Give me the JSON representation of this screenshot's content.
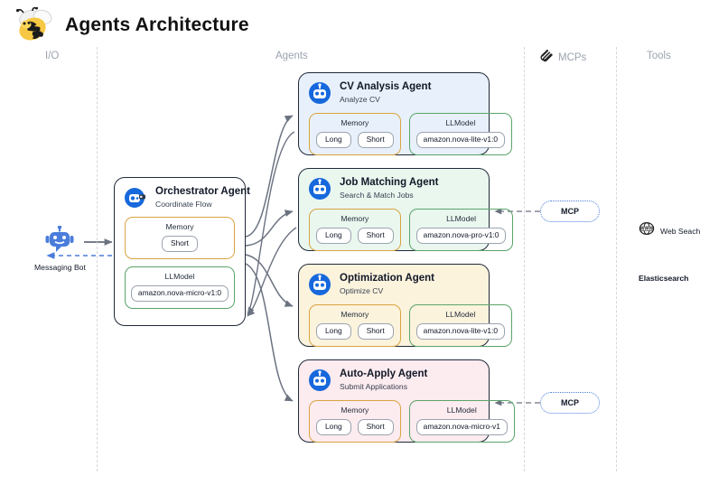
{
  "header": {
    "title": "Agents Architecture",
    "logo_icon": "bee-icon"
  },
  "columns": [
    {
      "key": "io",
      "label": "I/O"
    },
    {
      "key": "agents",
      "label": "Agents"
    },
    {
      "key": "mcps",
      "label": "MCPs",
      "icon": "paperclip-icon"
    },
    {
      "key": "tools",
      "label": "Tools"
    }
  ],
  "io": {
    "node": {
      "label": "Messaging Bot",
      "icon": "chat-robot-icon"
    }
  },
  "orchestrator": {
    "name": "Orchestrator Agent",
    "subtitle": "Coordinate Flow",
    "icon": "robot-camera-icon",
    "memory": {
      "label": "Memory",
      "chips": [
        "Short"
      ]
    },
    "llmodel": {
      "label": "LLModel",
      "chips": [
        "amazon.nova-micro-v1:0"
      ]
    }
  },
  "agents": [
    {
      "name": "CV Analysis Agent",
      "subtitle": "Analyze CV",
      "icon": "robot-icon",
      "bg": "#e8f1fb",
      "memory": {
        "label": "Memory",
        "chips": [
          "Long",
          "Short"
        ]
      },
      "llmodel": {
        "label": "LLModel",
        "chips": [
          "amazon.nova-lite-v1:0"
        ]
      },
      "mcp": null
    },
    {
      "name": "Job Matching Agent",
      "subtitle": "Search & Match Jobs",
      "icon": "robot-icon",
      "bg": "#e9f7ef",
      "memory": {
        "label": "Memory",
        "chips": [
          "Long",
          "Short"
        ]
      },
      "llmodel": {
        "label": "LLModel",
        "chips": [
          "amazon.nova-pro-v1:0"
        ]
      },
      "mcp": "MCP"
    },
    {
      "name": "Optimization Agent",
      "subtitle": "Optimize CV",
      "icon": "robot-icon",
      "bg": "#fcf3dd",
      "memory": {
        "label": "Memory",
        "chips": [
          "Long",
          "Short"
        ]
      },
      "llmodel": {
        "label": "LLModel",
        "chips": [
          "amazon.nova-lite-v1:0"
        ]
      },
      "mcp": null
    },
    {
      "name": "Auto-Apply Agent",
      "subtitle": "Submit Applications",
      "icon": "robot-icon",
      "bg": "#fcebef",
      "memory": {
        "label": "Memory",
        "chips": [
          "Long",
          "Short"
        ]
      },
      "llmodel": {
        "label": "LLModel",
        "chips": [
          "amazon.nova-micro-v1"
        ]
      },
      "mcp": "MCP"
    }
  ],
  "tools": [
    {
      "label": "Web Seach",
      "icon": "www-globe-icon",
      "bold": false
    },
    {
      "label": "Elasticsearch",
      "icon": null,
      "bold": true
    }
  ],
  "colors": {
    "agent_icon_blue": "#1668dc",
    "memory_border": "#d9a441",
    "llm_border": "#5aa469",
    "mcp_dash": "#4a7ddb",
    "connector": "#6b7280",
    "io_blue": "#4a7ddb"
  }
}
